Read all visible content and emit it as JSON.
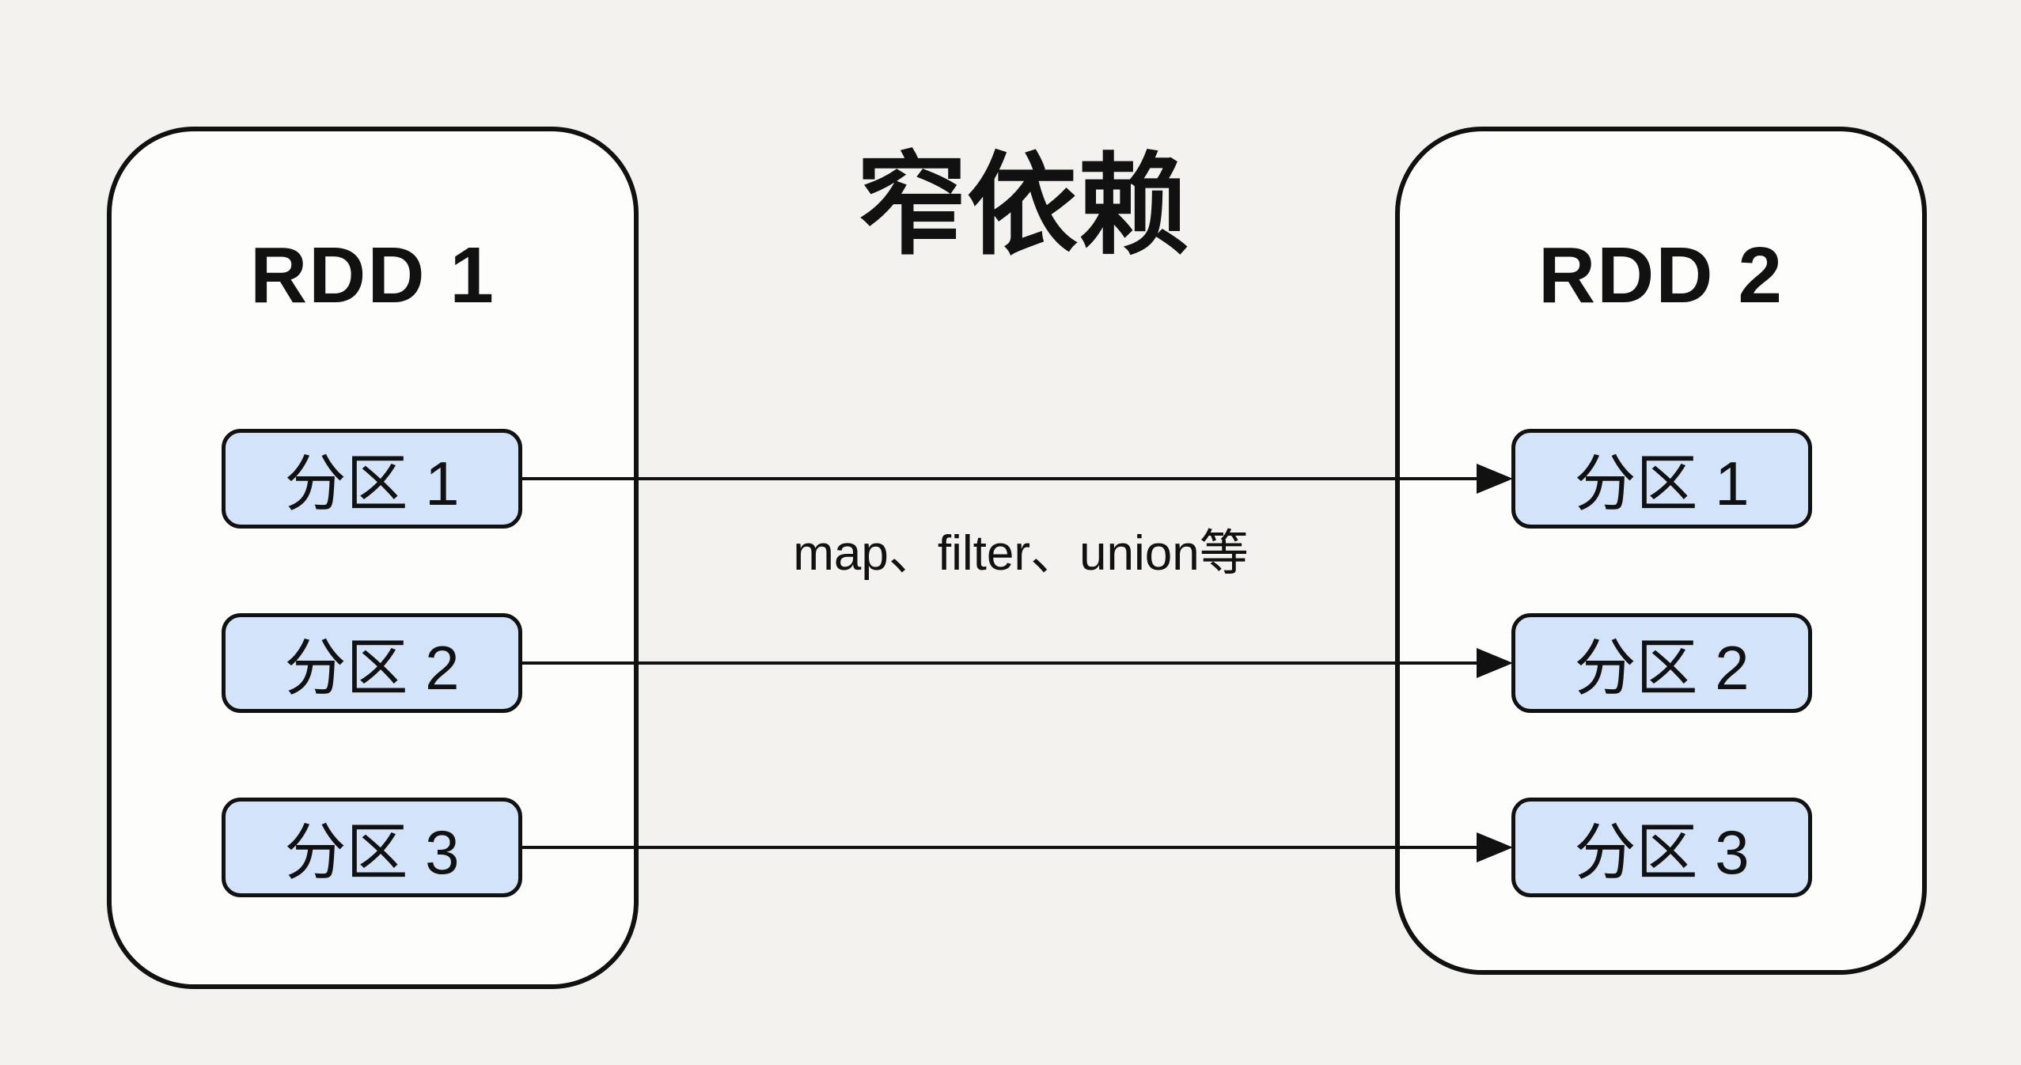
{
  "title": "窄依赖",
  "transformation_label": "map、filter、union等",
  "rdd1": {
    "title": "RDD 1",
    "partitions": [
      "分区 1",
      "分区 2",
      "分区 3"
    ]
  },
  "rdd2": {
    "title": "RDD 2",
    "partitions": [
      "分区 1",
      "分区 2",
      "分区 3"
    ]
  },
  "edges": [
    {
      "from": "RDD 1 / 分区 1",
      "to": "RDD 2 / 分区 1"
    },
    {
      "from": "RDD 1 / 分区 2",
      "to": "RDD 2 / 分区 2"
    },
    {
      "from": "RDD 1 / 分区 3",
      "to": "RDD 2 / 分区 3"
    }
  ],
  "colors": {
    "background": "#f3f2ee",
    "container_fill": "#fdfdfc",
    "partition_fill": "#d2e3fa",
    "stroke": "#111111"
  }
}
